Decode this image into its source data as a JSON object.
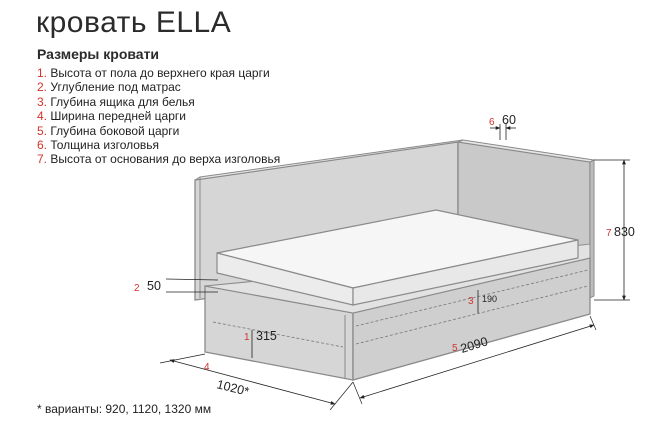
{
  "header": {
    "title": "кровать ELLA",
    "subtitle": "Размеры кровати"
  },
  "specs": [
    {
      "num": "1.",
      "text": "Высота от пола до верхнего края царги"
    },
    {
      "num": "2.",
      "text": "Углубление под матрас"
    },
    {
      "num": "3.",
      "text": "Глубина ящика для белья"
    },
    {
      "num": "4.",
      "text": "Ширина передней царги"
    },
    {
      "num": "5.",
      "text": "Глубина боковой царги"
    },
    {
      "num": "6.",
      "text": "Толщина изголовья"
    },
    {
      "num": "7.",
      "text": "Высота от основания до верха изголовья"
    }
  ],
  "dimensions": {
    "d1": {
      "num": "1",
      "value": "315"
    },
    "d2": {
      "num": "2",
      "value": "50"
    },
    "d3": {
      "num": "3",
      "value": "190"
    },
    "d4": {
      "num": "4",
      "value": "1020*"
    },
    "d5": {
      "num": "5",
      "value": "2090"
    },
    "d6": {
      "num": "6",
      "value": "60"
    },
    "d7": {
      "num": "7",
      "value": "830"
    }
  },
  "footnote": "* варианты: 920,  1120, 1320 мм",
  "colors": {
    "accent": "#d0342c",
    "frame_fill": "#d6d6d6",
    "frame_stroke": "#8a8a8a",
    "mattress_fill": "#f4f4f4"
  }
}
